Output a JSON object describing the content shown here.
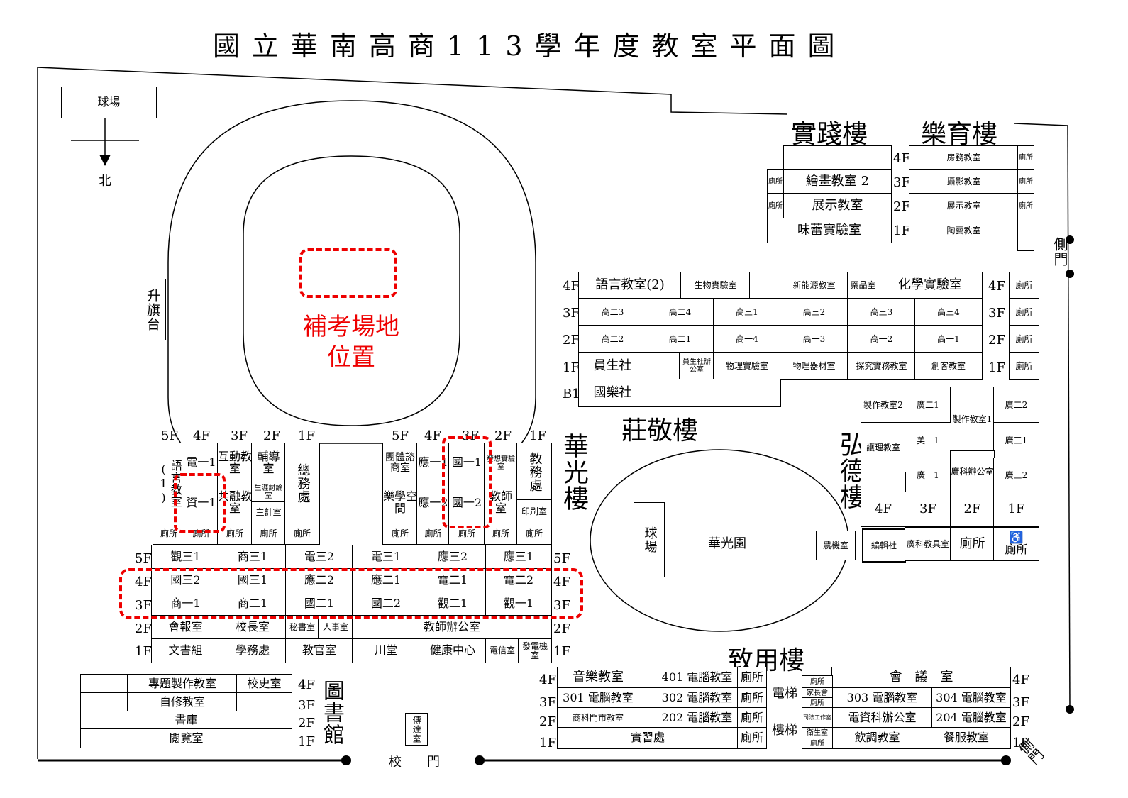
{
  "title": "國立華南高商113學年度教室平面圖",
  "exam_label": "補考場地\n位置",
  "north": {
    "court": "球場",
    "dir": "北"
  },
  "flagpole": "升旗台",
  "gate_main": "校　　門",
  "gate_side": "側門",
  "gate_side2": "側門",
  "messenger": "傳達室",
  "buildings": {
    "shijian": "實踐樓",
    "yueyu": "樂育樓",
    "zhuangjing": "莊敬樓",
    "hongde": "弘德樓",
    "huaguang": "華光樓",
    "zhiyong": "致用樓",
    "library": "圖書館"
  },
  "shijian": {
    "r4": "",
    "r3": "繪畫教室 2",
    "r2": "展示教室",
    "r1": "味蕾實驗室",
    "wc": "廁所"
  },
  "yueyu": {
    "r4": "房務教室",
    "r3": "攝影教室",
    "r2": "展示教室",
    "r1": "陶藝教室",
    "wc": "廁所"
  },
  "floors": {
    "f4": "4F",
    "f3": "3F",
    "f2": "2F",
    "f1": "1F",
    "f5": "5F",
    "b1": "B1"
  },
  "zj": {
    "f4": [
      "語言教室(2)",
      "生物實驗室",
      "",
      "新能源教室",
      "藥品室",
      "化學實驗室"
    ],
    "f3": [
      "高二3",
      "高二4",
      "高三1",
      "高三2",
      "高三3",
      "高三4"
    ],
    "f2": [
      "高二2",
      "高二1",
      "高一4",
      "高一3",
      "高一2",
      "高一1"
    ],
    "f1": [
      "員生社",
      "",
      "員生社辦公室",
      "物理實驗室",
      "物理器材室",
      "探究實務教室",
      "創客教室"
    ],
    "b1": [
      "國樂社"
    ],
    "wc": "廁所"
  },
  "hd": {
    "r1": [
      "製作教室2",
      "廣二1",
      "製作教室1",
      "廣二2"
    ],
    "r2": [
      "護理教室",
      "美一1",
      "廣三1"
    ],
    "r3": [
      "廣一1",
      "廣科辦公室",
      "廣三2"
    ],
    "floors": [
      "4F",
      "3F",
      "2F",
      "1F"
    ],
    "bottom": [
      "農機室",
      "編輯社",
      "廣科教具室",
      "廁所",
      "廁所"
    ]
  },
  "hg_court": "球場",
  "hg_garden": "華光園",
  "west_wing": {
    "floors": [
      "5F",
      "4F",
      "3F",
      "2F",
      "1F"
    ],
    "lang": "語言教室(1)",
    "c4a": "電一1",
    "c4b": "資一1",
    "c3a": "互動教室",
    "c3b": "共融教室",
    "c2a": "輔導室",
    "c2b": "生涯討論室",
    "c2c": "主計室",
    "c1": "總務處",
    "wc": "廁所"
  },
  "east_wing": {
    "floors": [
      "5F",
      "4F",
      "3F",
      "2F",
      "1F"
    ],
    "c5a": "團體諮商室",
    "c5b": "樂學空間",
    "c4a": "應一1",
    "c4b": "應一2",
    "c3a": "國一1",
    "c3b": "國一2",
    "c2a": "發想實驗室",
    "c2b": "教師室",
    "c1a": "教務處",
    "c1b": "印刷室",
    "wc": "廁所"
  },
  "hg_main": {
    "f5": [
      "觀三1",
      "商三1",
      "電三2",
      "電三1",
      "應三2",
      "應三1"
    ],
    "f4": [
      "國三2",
      "國三1",
      "應二2",
      "應二1",
      "電二1",
      "電二2"
    ],
    "f3": [
      "商一1",
      "商二1",
      "國二1",
      "國二2",
      "觀二1",
      "觀一1"
    ],
    "f2": [
      "會報室",
      "校長室",
      "秘書室",
      "人事室",
      "教師辦公室"
    ],
    "f1": [
      "文書組",
      "學務處",
      "教官室",
      "川堂",
      "健康中心",
      "電信室",
      "發電機室"
    ]
  },
  "library": {
    "f4": [
      "專題製作教室",
      "校史室"
    ],
    "f3": [
      "自修教室"
    ],
    "f2": [
      "書庫"
    ],
    "f1": [
      "閱覽室"
    ]
  },
  "zy": {
    "f4": [
      "音樂教室",
      "401 電腦教室",
      "廁所",
      "會　議　室"
    ],
    "f3": [
      "301 電腦教室",
      "302 電腦教室",
      "廁所",
      "303 電腦教室",
      "304 電腦教室"
    ],
    "f2": [
      "商科門市教室",
      "202 電腦教室",
      "廁所",
      "電資科辦公室",
      "204 電腦教室"
    ],
    "f1": [
      "實習處",
      "廁所",
      "飲調教室",
      "餐服教室"
    ],
    "elev": "電梯",
    "stairs": "樓梯",
    "mini": [
      "廁所",
      "家長會",
      "廁所",
      "司法工作室",
      "衛生室",
      "廁所"
    ]
  }
}
